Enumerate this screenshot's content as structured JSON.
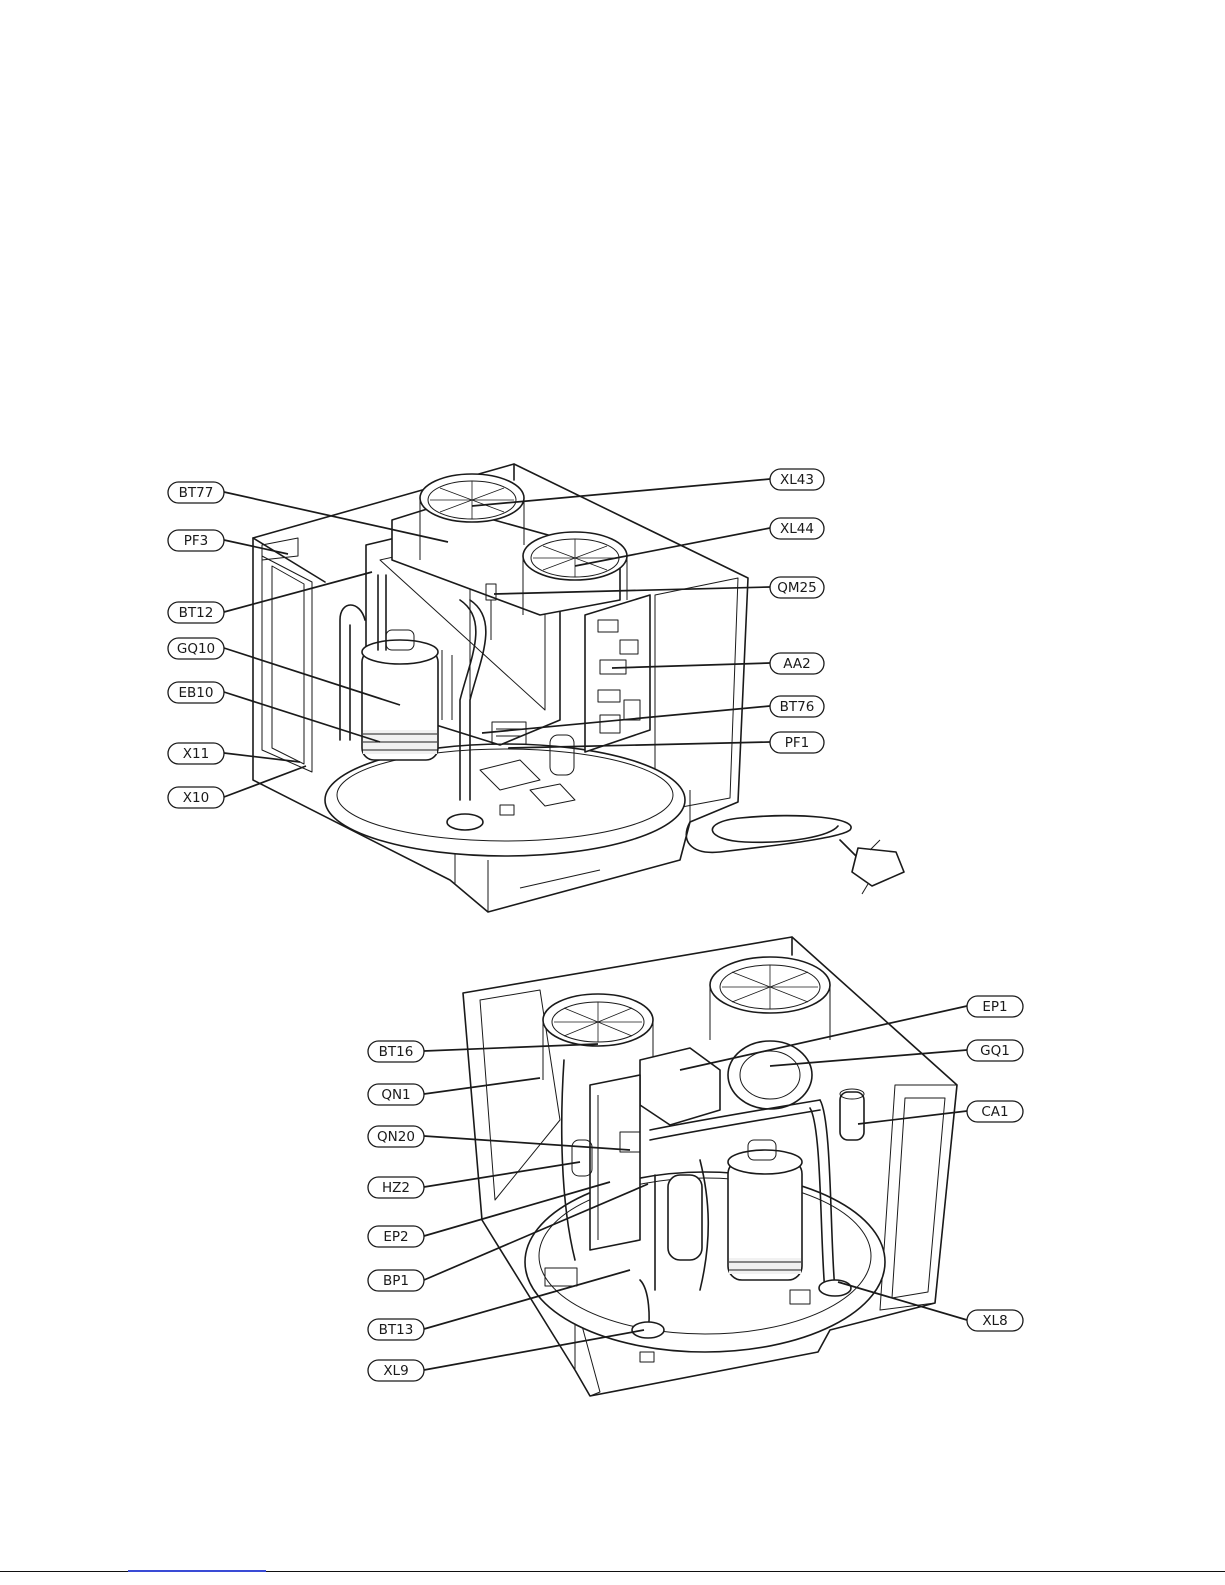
{
  "diagram": {
    "top_unit": {
      "labels": [
        "BT77",
        "PF3",
        "BT12",
        "GQ10",
        "EB10",
        "X11",
        "X10",
        "XL43",
        "XL44",
        "QM25",
        "AA2",
        "BT76",
        "PF1"
      ]
    },
    "bottom_unit": {
      "labels": [
        "BT16",
        "QN1",
        "QN20",
        "HZ2",
        "EP2",
        "BP1",
        "BT13",
        "XL9",
        "EP1",
        "GQ1",
        "CA1",
        "XL8"
      ]
    }
  },
  "colors": {
    "ink": "#1a1a1a",
    "link": "#3a4bd6"
  }
}
